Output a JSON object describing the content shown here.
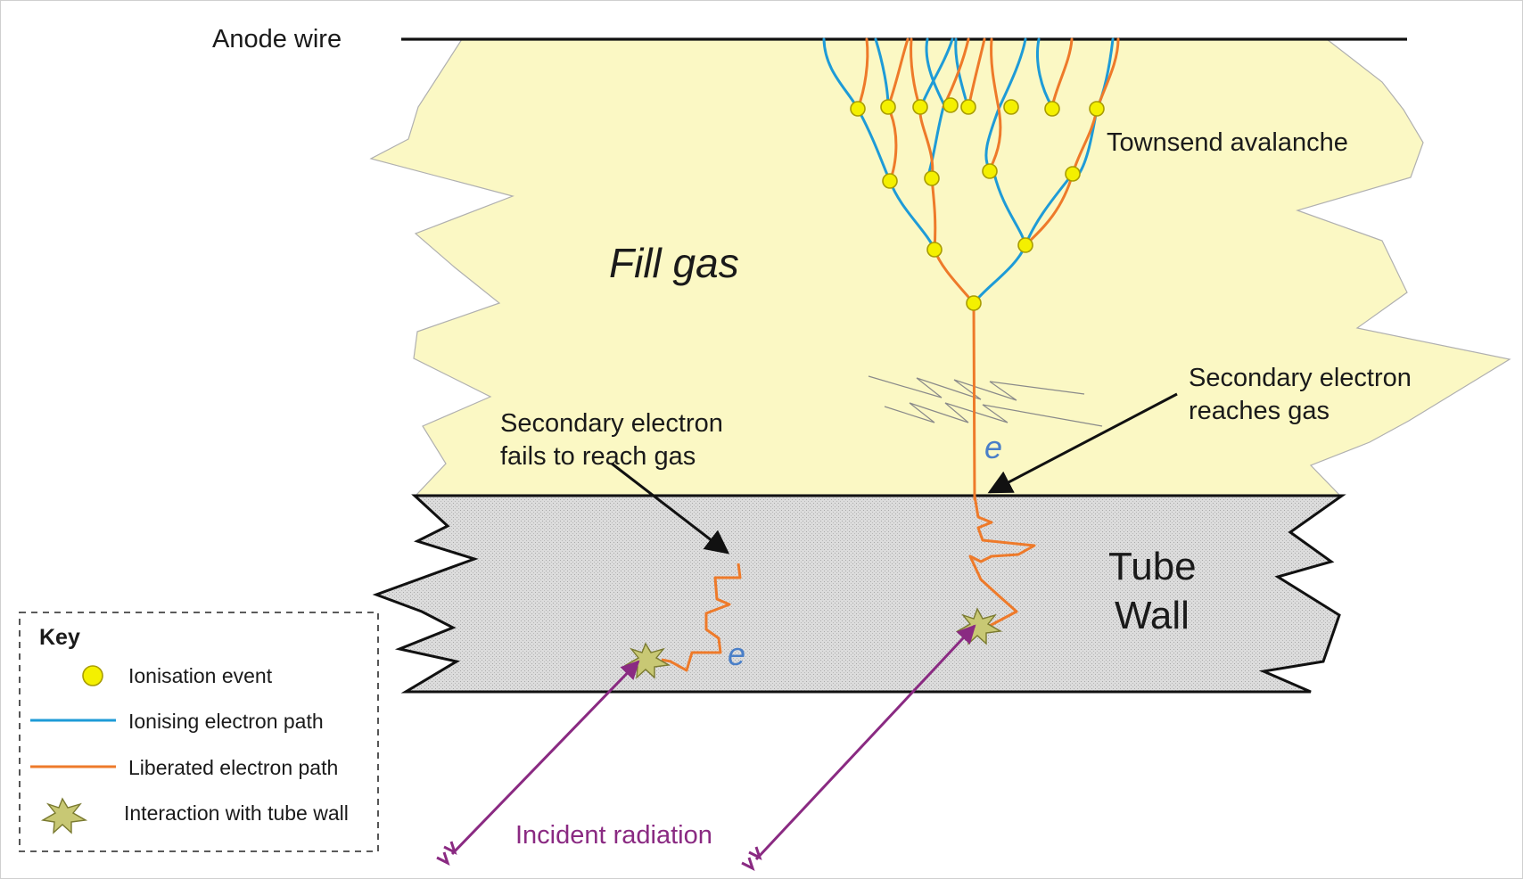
{
  "labels": {
    "anode_wire": "Anode wire",
    "townsend": "Townsend avalanche",
    "fill_gas": "Fill gas",
    "secondary_reaches_1": "Secondary electron",
    "secondary_reaches_2": "reaches gas",
    "secondary_fails_1": "Secondary electron",
    "secondary_fails_2": "fails to reach gas",
    "tube_1": "Tube",
    "tube_2": "Wall",
    "electron_symbol": "e",
    "incident": "Incident radiation"
  },
  "key": {
    "title": "Key",
    "items": [
      {
        "label": "Ionisation event",
        "icon": "ionisation-dot-icon"
      },
      {
        "label": "Ionising electron path",
        "icon": "blue-line-icon"
      },
      {
        "label": "Liberated electron path",
        "icon": "orange-line-icon"
      },
      {
        "label": "Interaction with tube wall",
        "icon": "starburst-icon"
      }
    ]
  },
  "colors": {
    "gas_fill": "#fbf8c4",
    "wall_fill": "#d6d6d6",
    "ionising_path": "#1e9bd7",
    "liberated_path": "#ee7a2a",
    "ionisation_dot": "#f4f000",
    "radiation": "#8a2a82",
    "electron_symbol": "#4a7fc8"
  }
}
